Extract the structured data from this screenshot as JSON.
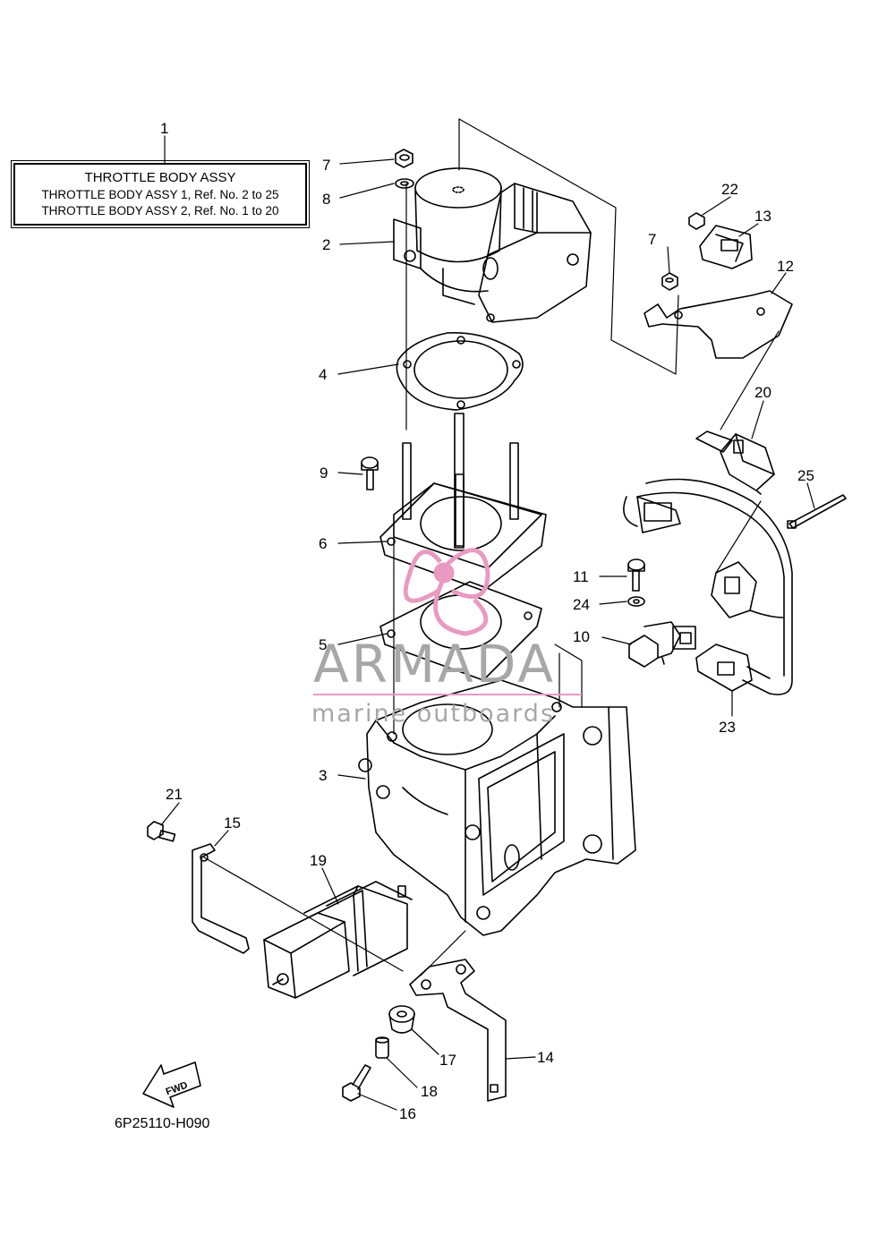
{
  "title_box": {
    "heading": "THROTTLE BODY ASSY",
    "line1": "THROTTLE BODY ASSY 1,  Ref. No. 2 to 25",
    "line2": "THROTTLE BODY ASSY 2,  Ref. No. 1 to 20"
  },
  "callouts": {
    "c1": "1",
    "c2": "2",
    "c3": "3",
    "c4": "4",
    "c5": "5",
    "c6": "6",
    "c7a": "7",
    "c7b": "7",
    "c8": "8",
    "c9": "9",
    "c10": "10",
    "c11": "11",
    "c12": "12",
    "c13": "13",
    "c14": "14",
    "c15": "15",
    "c16": "16",
    "c17": "17",
    "c18": "18",
    "c19": "19",
    "c20": "20",
    "c21": "21",
    "c22": "22",
    "c23": "23",
    "c24": "24",
    "c25": "25"
  },
  "fwd_label": "FWD",
  "drawing_code": "6P25110-H090",
  "watermark": {
    "brand": "ARMADA",
    "tagline": "marine outboards",
    "accent_color": "#e99ac0",
    "text_color": "#a7a7a7"
  }
}
